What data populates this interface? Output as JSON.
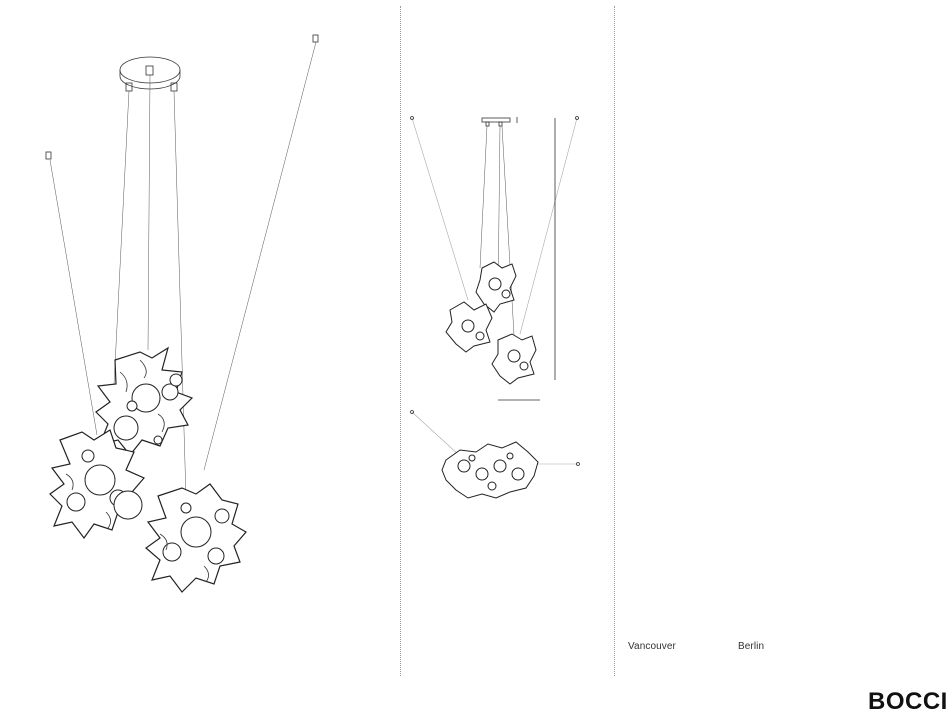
{
  "footer": {
    "cities": [
      "Vancouver",
      "Berlin"
    ],
    "brand": "BOCCI"
  }
}
